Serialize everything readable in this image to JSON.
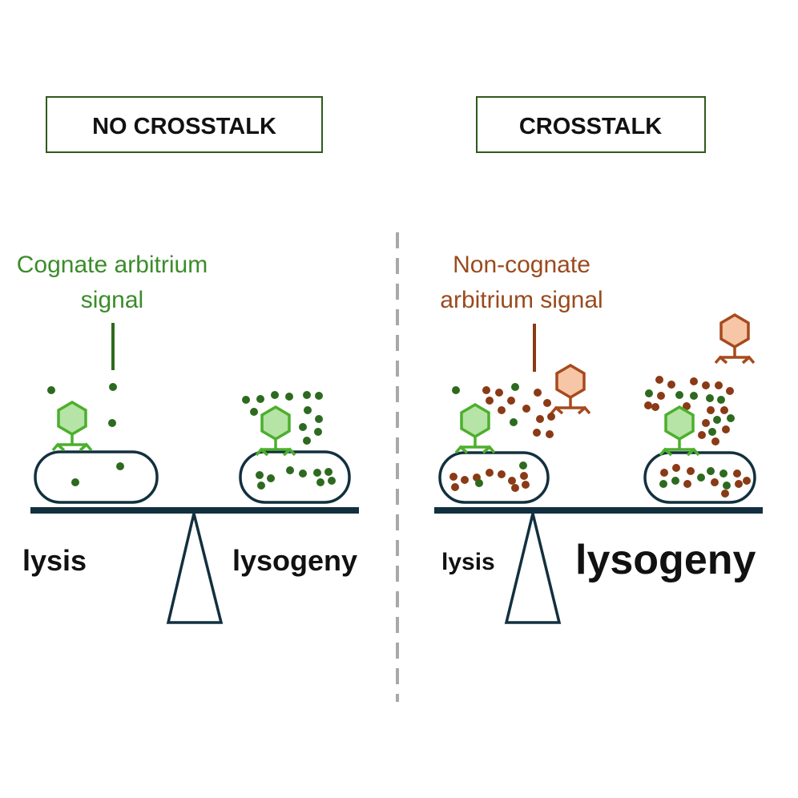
{
  "left_panel": {
    "header": "NO CROSSTALK",
    "caption_line1": "Cognate arbitrium",
    "caption_line2": "signal",
    "label_left": "lysis",
    "label_right": "lysogeny"
  },
  "right_panel": {
    "header": "CROSSTALK",
    "caption_line1": "Non-cognate",
    "caption_line2": "arbitrium signal",
    "label_left": "lysis",
    "label_right": "lysogeny"
  },
  "colors": {
    "box_border": "#2e5a1c",
    "cognate_signal": "#2d6a1f",
    "cognate_text": "#3b8c2a",
    "noncognate_signal": "#8a3a16",
    "noncognate_text": "#9a4a1d",
    "phage_green_fill": "#b6e3a6",
    "phage_green_stroke": "#4caf2c",
    "phage_orange_fill": "#f7c6a6",
    "phage_orange_stroke": "#a64a1e",
    "scale": "#12303f",
    "divider": "#a8a8a8"
  }
}
